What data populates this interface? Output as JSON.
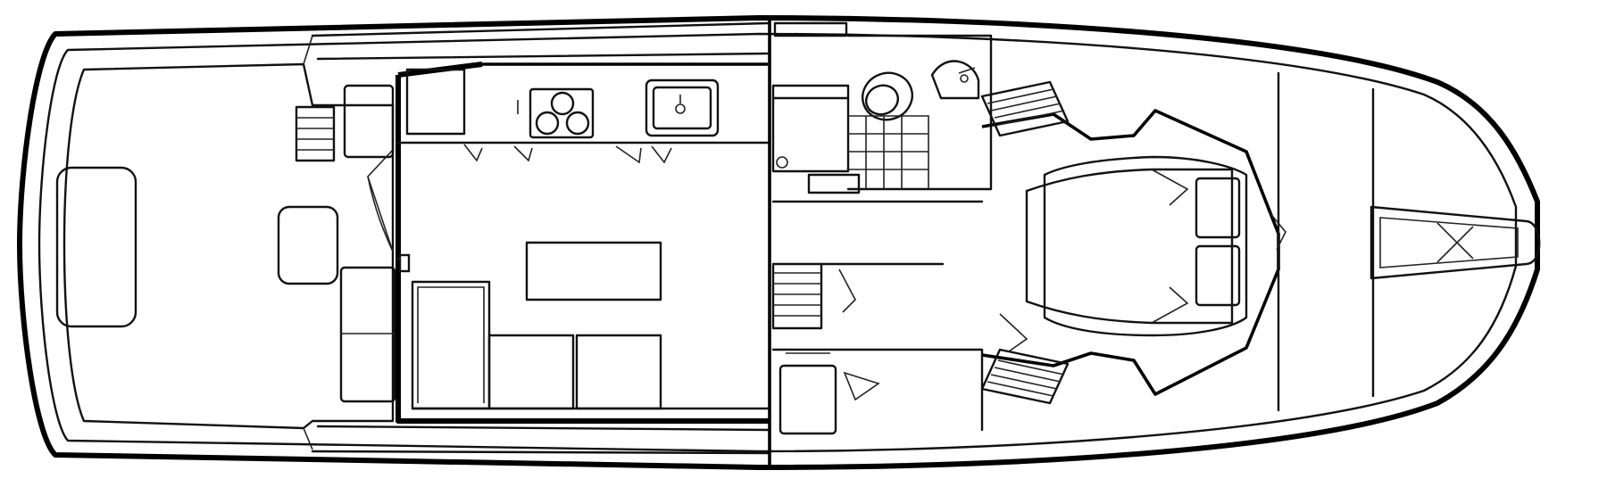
{
  "colors": {
    "stroke": "#000000",
    "background": "#ffffff"
  },
  "elements": [
    "hull",
    "cockpit",
    "salon",
    "galley",
    "head",
    "companionway",
    "guest-stateroom",
    "forward-stateroom",
    "bow-pulpit"
  ]
}
